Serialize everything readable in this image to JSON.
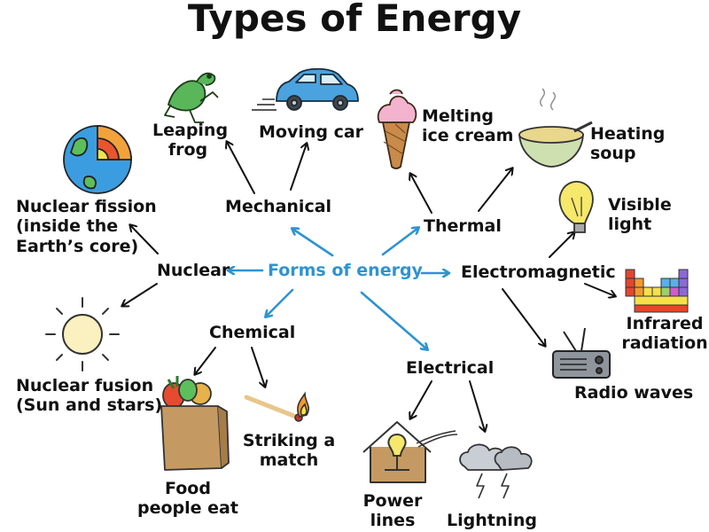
{
  "title": "Types of Energy",
  "center": "Forms of energy",
  "categories": {
    "mechanical": "Mechanical",
    "thermal": "Thermal",
    "nuclear": "Nuclear",
    "electromagnetic": "Electromagnetic",
    "chemical": "Chemical",
    "electrical": "Electrical"
  },
  "examples": {
    "leaping_frog": "Leaping\nfrog",
    "moving_car": "Moving car",
    "melting_ice_cream": "Melting\nice cream",
    "heating_soup": "Heating\nsoup",
    "nuclear_fission": "Nuclear fission\n(inside the\nEarth’s core)",
    "visible_light": "Visible\nlight",
    "infrared": "Infrared\nradiation",
    "radio_waves": "Radio waves",
    "nuclear_fusion": "Nuclear fusion\n(Sun and stars)",
    "food": "Food\npeople eat",
    "striking_match": "Striking a\nmatch",
    "power_lines": "Power\nlines",
    "lightning": "Lightning"
  },
  "colors": {
    "center_arrow": "#2e93d1",
    "branch_arrow": "#111111"
  },
  "icons": [
    "frog-icon",
    "car-icon",
    "ice-cream-icon",
    "soup-bowl-icon",
    "earth-core-icon",
    "light-bulb-icon",
    "periodic-table-icon",
    "radio-icon",
    "sun-icon",
    "grocery-bag-icon",
    "match-icon",
    "house-bulb-icon",
    "storm-cloud-icon"
  ]
}
